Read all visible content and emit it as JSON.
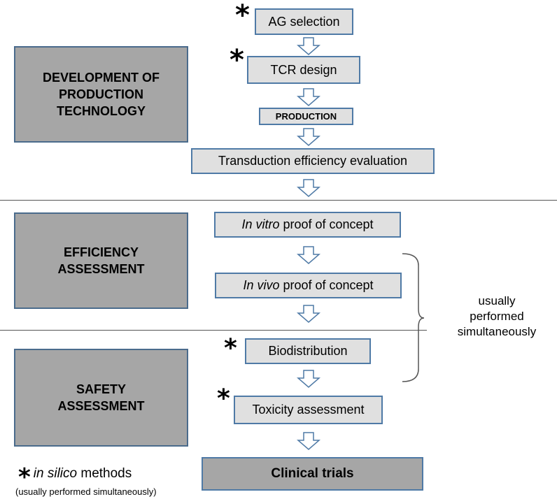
{
  "phases": [
    {
      "label": "DEVELOPMENT OF\nPRODUCTION\nTECHNOLOGY"
    },
    {
      "label": "EFFICIENCY\nASSESSMENT"
    },
    {
      "label": "SAFETY\nASSESSMENT"
    }
  ],
  "steps": {
    "ag_selection": "AG selection",
    "tcr_design": "TCR design",
    "production": "PRODUCTION",
    "transduction": "Transduction efficiency evaluation",
    "in_vitro_italic": "In vitro",
    "in_vitro_rest": " proof of concept",
    "in_vivo_italic": "In vivo",
    "in_vivo_rest": " proof of concept",
    "biodistribution": "Biodistribution",
    "toxicity": "Toxicity assessment",
    "clinical_trials": "Clinical trials"
  },
  "bracket_note": "usually\nperformed\nsimultaneously",
  "legend": {
    "star": "*",
    "italic": "in silico",
    "rest": " methods",
    "sub": "(usually performed simultaneously)"
  },
  "colors": {
    "phase_fill": "#a6a6a6",
    "step_fill": "#e0e0e0",
    "border": "#4f7aa6"
  }
}
